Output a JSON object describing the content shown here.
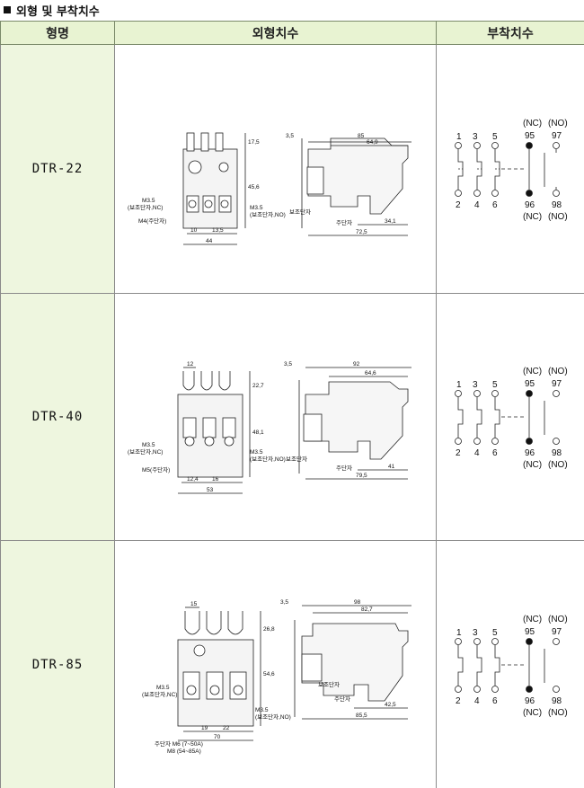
{
  "heading": "외형 및 부착치수",
  "headers": {
    "model": "형명",
    "outline": "외형치수",
    "mount": "부착치수"
  },
  "rows": [
    {
      "model": "DTR-22",
      "front": {
        "top_dim": "17,5",
        "height_dim": "45,6",
        "aux_nc": "M3.5",
        "aux_nc_note": "(보조단자,NC)",
        "aux_no": "M3.5",
        "aux_no_note": "(보조단자,NO)",
        "main": "M4(주단자)",
        "pitch1": "10",
        "pitch2": "13,5",
        "width": "44"
      },
      "side": {
        "offset": "3,5",
        "length": "85",
        "inner": "64,9",
        "aux": "보조단자",
        "main": "주단자",
        "base1": "34,1",
        "base2": "72,5"
      }
    },
    {
      "model": "DTR-40",
      "front": {
        "lug": "12",
        "top_dim": "22,7",
        "height_dim": "48,1",
        "aux_nc": "M3.5",
        "aux_nc_note": "(보조단자,NC)",
        "aux_no": "M3.5",
        "aux_no_note": "(보조단자,NO)",
        "main": "M5(주단자)",
        "pitch1": "12,4",
        "pitch2": "16",
        "width": "53"
      },
      "side": {
        "offset": "3,5",
        "length": "92",
        "inner": "64,6",
        "aux": "보조단자",
        "main": "주단자",
        "base1": "41",
        "base2": "79,5"
      }
    },
    {
      "model": "DTR-85",
      "front": {
        "lug": "15",
        "top_dim": "26,8",
        "height_dim": "54,6",
        "aux_nc": "M3.5",
        "aux_nc_note": "(보조단자,NC)",
        "aux_no": "M3.5",
        "aux_no_note": "(보조단자,NO)",
        "main": "주단자 M6 (7~50A)",
        "main2": "M8 (54~85A)",
        "pitch1": "19",
        "pitch2": "22",
        "width": "70"
      },
      "side": {
        "offset": "3,5",
        "length": "98",
        "inner": "82,7",
        "aux": "보조단자",
        "main": "주단자",
        "base1": "42,5",
        "base2": "85,5"
      }
    }
  ],
  "wiring": {
    "t1": "1",
    "t3": "3",
    "t5": "5",
    "t2": "2",
    "t4": "4",
    "t6": "6",
    "nc_top": "(NC)",
    "no_top": "(NO)",
    "a95": "95",
    "a97": "97",
    "a96": "96",
    "a98": "98",
    "nc_bot": "(NC)",
    "no_bot": "(NO)"
  }
}
